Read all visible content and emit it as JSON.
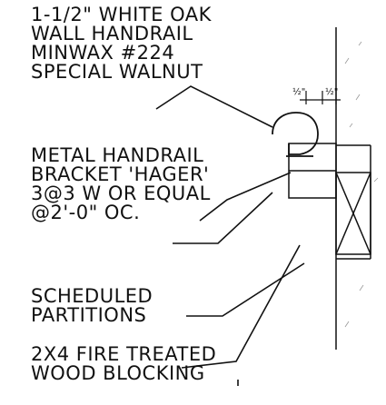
{
  "notes": {
    "handrail": [
      "1-1/2\" WHITE OAK",
      "WALL HANDRAIL",
      "MINWAX #224",
      "SPECIAL WALNUT"
    ],
    "bracket": [
      "METAL HANDRAIL",
      "BRACKET 'HAGER'",
      "3@3 W OR EQUAL",
      "@2'-0\" OC."
    ],
    "partitions": [
      "SCHEDULED",
      "PARTITIONS"
    ],
    "blocking": [
      "2x4 FIRE TREATED",
      "WOOD BLOCKING"
    ]
  },
  "dimensions": {
    "left": "½\"",
    "right": "½\""
  }
}
